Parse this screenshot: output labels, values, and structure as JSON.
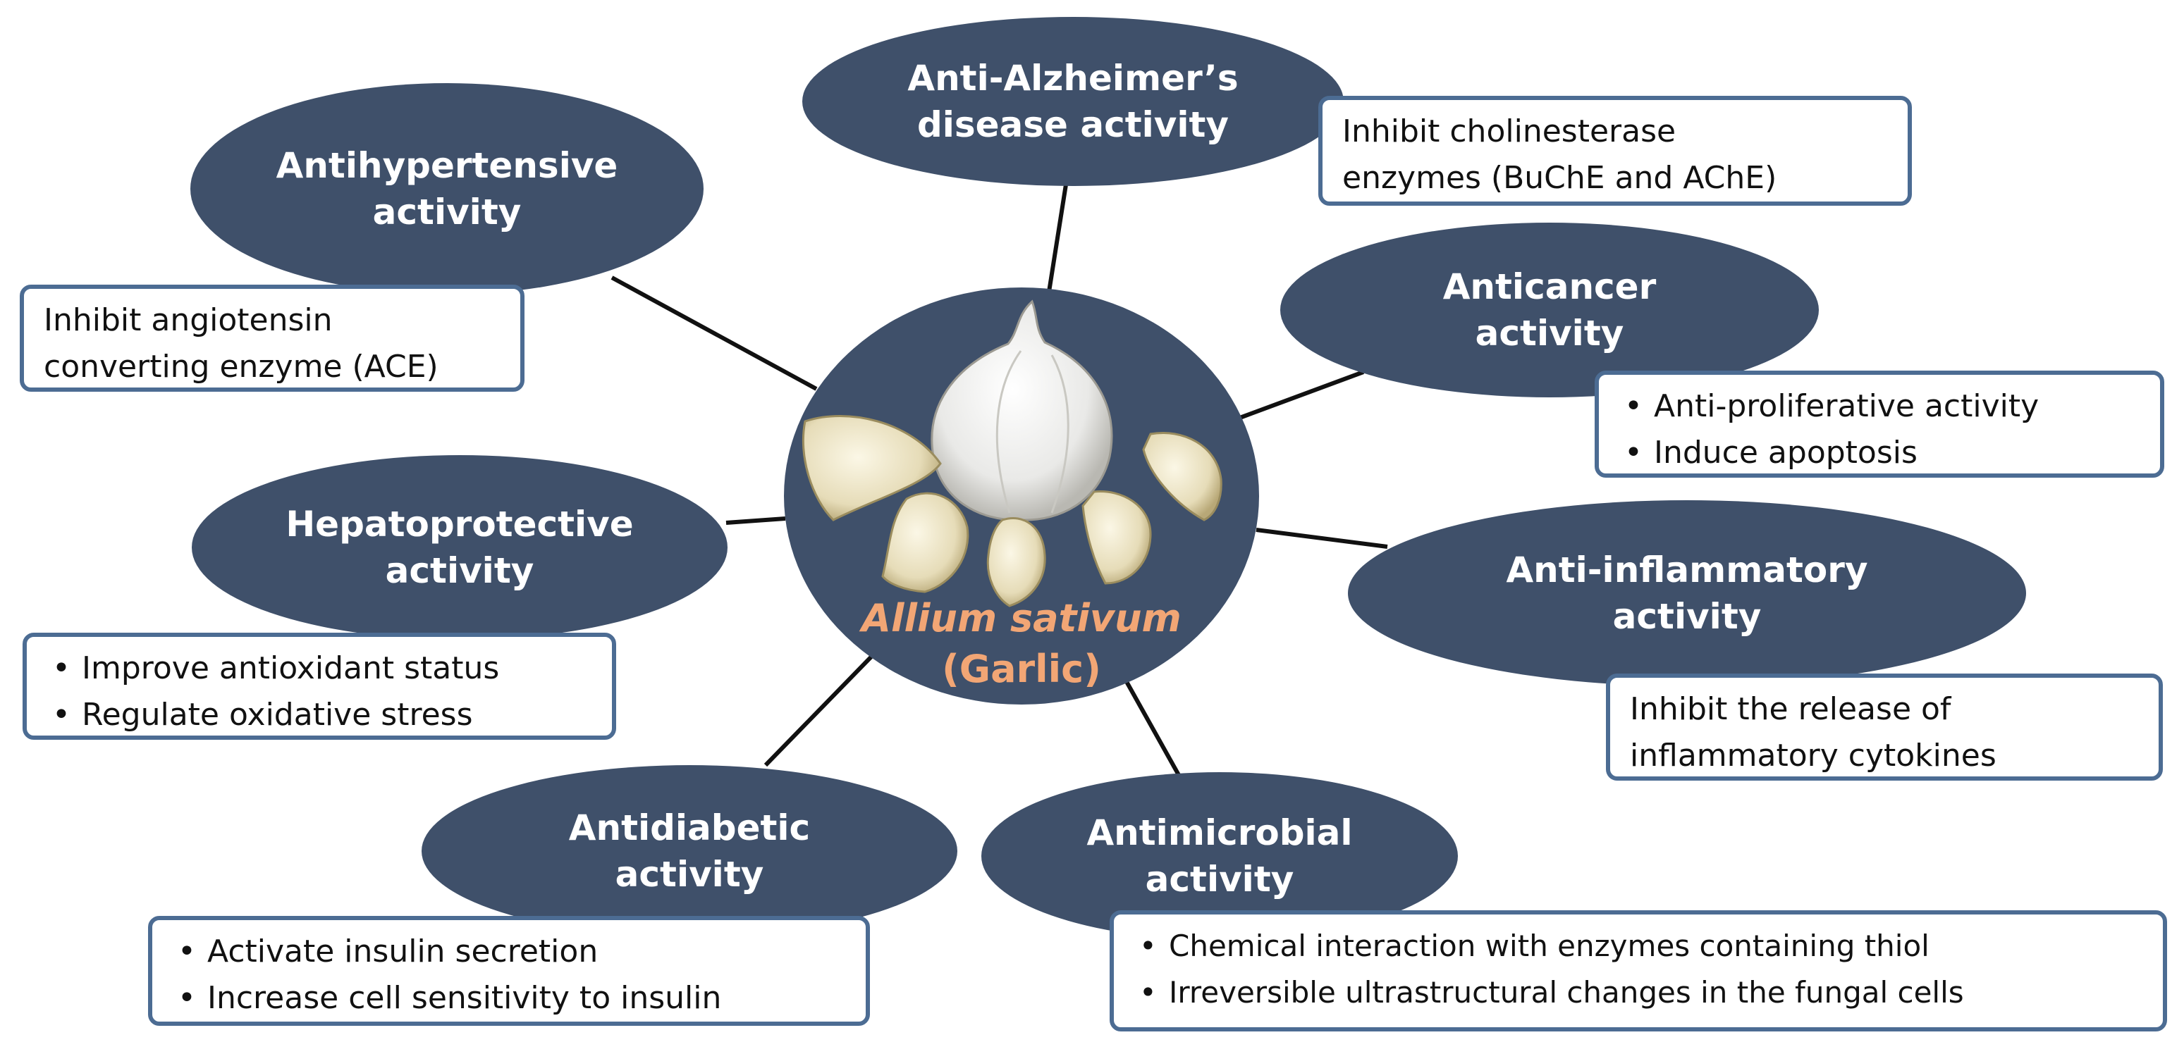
{
  "center": {
    "scientific_name": "Allium sativum",
    "common_name": "(Garlic)",
    "image_icon": "garlic-bulb-and-cloves-illustration"
  },
  "colors": {
    "node_fill": "#3f506a",
    "box_border": "#4c6c93",
    "center_label": "#f2a675",
    "connector": "#111111"
  },
  "nodes": [
    {
      "id": "antihypertensive",
      "title_lines": [
        "Antihypertensive",
        "activity"
      ],
      "box": {
        "type": "text",
        "lines": [
          "Inhibit angiotensin",
          "converting enzyme (ACE)"
        ]
      }
    },
    {
      "id": "anti-alzheimers",
      "title_lines": [
        "Anti-Alzheimer’s",
        "disease activity"
      ],
      "box": {
        "type": "text",
        "lines": [
          "Inhibit cholinesterase",
          "enzymes (BuChE and AChE)"
        ]
      }
    },
    {
      "id": "anticancer",
      "title_lines": [
        "Anticancer",
        "activity"
      ],
      "box": {
        "type": "bullets",
        "lines": [
          "Anti-proliferative activity",
          "Induce apoptosis"
        ]
      }
    },
    {
      "id": "anti-inflammatory",
      "title_lines": [
        "Anti-inflammatory",
        "activity"
      ],
      "box": {
        "type": "text",
        "lines": [
          "Inhibit the release of",
          "inflammatory cytokines"
        ]
      }
    },
    {
      "id": "antimicrobial",
      "title_lines": [
        "Antimicrobial",
        "activity"
      ],
      "box": {
        "type": "bullets",
        "lines": [
          "Chemical interaction with enzymes containing thiol",
          "Irreversible ultrastructural changes in the fungal cells"
        ]
      }
    },
    {
      "id": "antidiabetic",
      "title_lines": [
        "Antidiabetic",
        "activity"
      ],
      "box": {
        "type": "bullets",
        "lines": [
          "Activate insulin secretion",
          "Increase cell sensitivity to insulin"
        ]
      }
    },
    {
      "id": "hepatoprotective",
      "title_lines": [
        "Hepatoprotective",
        "activity"
      ],
      "box": {
        "type": "bullets",
        "lines": [
          "Improve antioxidant status",
          "Regulate oxidative stress"
        ]
      }
    }
  ]
}
